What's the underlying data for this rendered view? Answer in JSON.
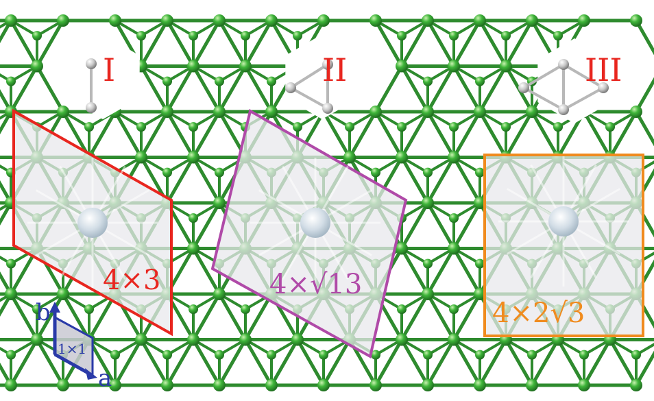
{
  "structures": [
    {
      "id": "I",
      "label": "I",
      "cluster": "dimer"
    },
    {
      "id": "II",
      "label": "II",
      "cluster": "triangle"
    },
    {
      "id": "III",
      "label": "III",
      "cluster": "rhombus"
    }
  ],
  "cells": [
    {
      "id": "4x3",
      "label": "4×3",
      "color": "#e8261f"
    },
    {
      "id": "4xsqrt13",
      "label": "4×√13",
      "color": "#b04aa8"
    },
    {
      "id": "4x2sqrt3",
      "label": "4×2√3",
      "color": "#f08b1e"
    }
  ],
  "unit_cell": {
    "label": "1×1",
    "a_label": "a",
    "b_label": "b",
    "color": "#2a3aa8"
  },
  "colors": {
    "lattice_bond": "#2e8b2e",
    "lattice_atom": "#33a833",
    "adatom": "#c8d6e0",
    "cell_fill": "#e8e8ec",
    "roman_label": "#e8261f"
  }
}
